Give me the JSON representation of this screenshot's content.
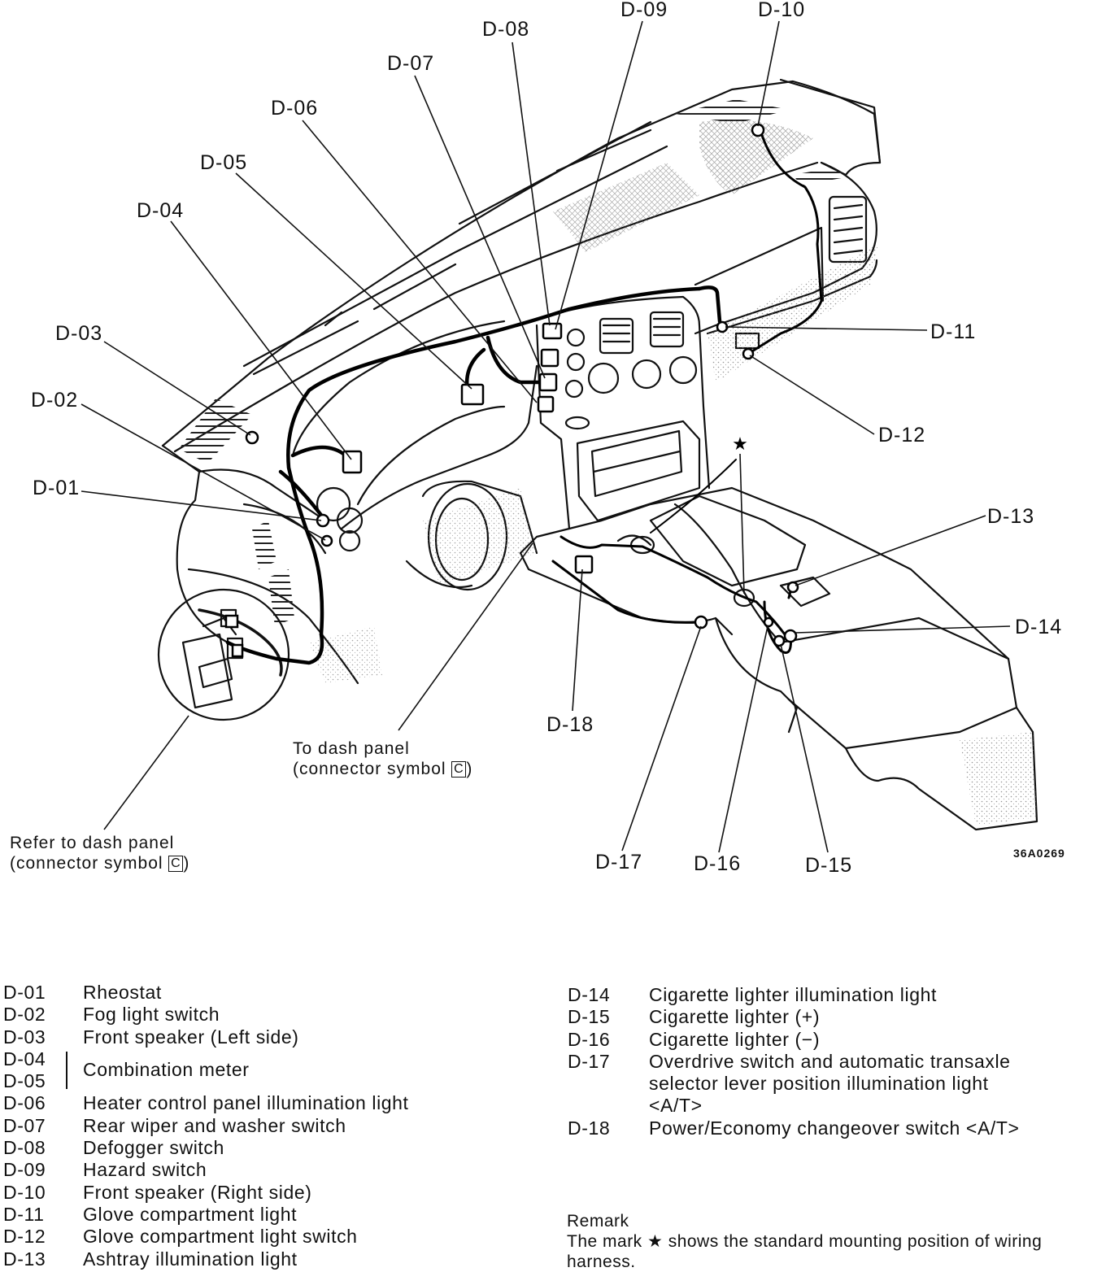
{
  "diagram": {
    "figure_code": "36A0269",
    "callouts": {
      "d01": "D-01",
      "d02": "D-02",
      "d03": "D-03",
      "d04": "D-04",
      "d05": "D-05",
      "d06": "D-06",
      "d07": "D-07",
      "d08": "D-08",
      "d09": "D-09",
      "d10": "D-10",
      "d11": "D-11",
      "d12": "D-12",
      "d13": "D-13",
      "d14": "D-14",
      "d15": "D-15",
      "d16": "D-16",
      "d17": "D-17",
      "d18": "D-18"
    },
    "notes": {
      "to_dash_line1": "To dash panel",
      "to_dash_line2": "(connector symbol",
      "refer_line1": "Refer to dash panel",
      "refer_line2": "(connector symbol",
      "symbol": "C"
    },
    "star_mark": "★"
  },
  "legend": {
    "left": [
      {
        "code": "D-01",
        "desc": "Rheostat"
      },
      {
        "code": "D-02",
        "desc": "Fog light switch"
      },
      {
        "code": "D-03",
        "desc": "Front speaker (Left side)"
      },
      {
        "code": "D-04",
        "desc": ""
      },
      {
        "code": "D-05",
        "desc": ""
      },
      {
        "code": "D-06",
        "desc": "Heater control panel illumination light"
      },
      {
        "code": "D-07",
        "desc": "Rear wiper and washer switch"
      },
      {
        "code": "D-08",
        "desc": "Defogger switch"
      },
      {
        "code": "D-09",
        "desc": "Hazard switch"
      },
      {
        "code": "D-10",
        "desc": "Front speaker (Right side)"
      },
      {
        "code": "D-11",
        "desc": "Glove compartment light"
      },
      {
        "code": "D-12",
        "desc": "Glove compartment light switch"
      },
      {
        "code": "D-13",
        "desc": "Ashtray illumination light"
      }
    ],
    "combined_desc": "Combination meter",
    "right": [
      {
        "code": "D-14",
        "desc": "Cigarette lighter illumination light"
      },
      {
        "code": "D-15",
        "desc": "Cigarette lighter (+)"
      },
      {
        "code": "D-16",
        "desc": "Cigarette lighter (−)"
      },
      {
        "code": "D-17",
        "desc": "Overdrive switch and automatic transaxle"
      },
      {
        "code": "",
        "desc": "selector lever position illumination light"
      },
      {
        "code": "",
        "desc": "<A/T>"
      },
      {
        "code": "D-18",
        "desc": "Power/Economy changeover switch <A/T>"
      }
    ]
  },
  "remark": {
    "title": "Remark",
    "text_before": "The mark",
    "star": "★",
    "text_after": "shows the standard mounting position of wiring harness."
  }
}
